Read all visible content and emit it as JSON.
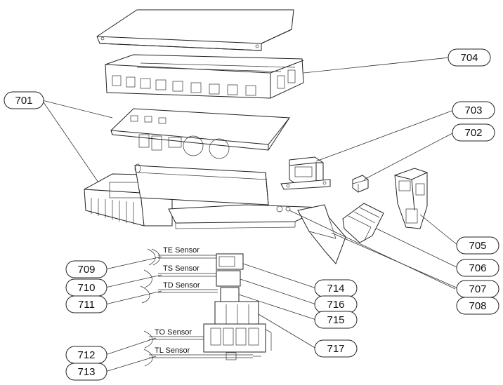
{
  "callouts": {
    "c701": "701",
    "c702": "702",
    "c703": "703",
    "c704": "704",
    "c705": "705",
    "c706": "706",
    "c707": "707",
    "c708": "708",
    "c709": "709",
    "c710": "710",
    "c711": "711",
    "c712": "712",
    "c713": "713",
    "c714": "714",
    "c715": "715",
    "c716": "716",
    "c717": "717"
  },
  "sensors": {
    "te": "TE Sensor",
    "ts": "TS Sensor",
    "td": "TD Sensor",
    "to": "TO Sensor",
    "tl": "TL Sensor"
  }
}
